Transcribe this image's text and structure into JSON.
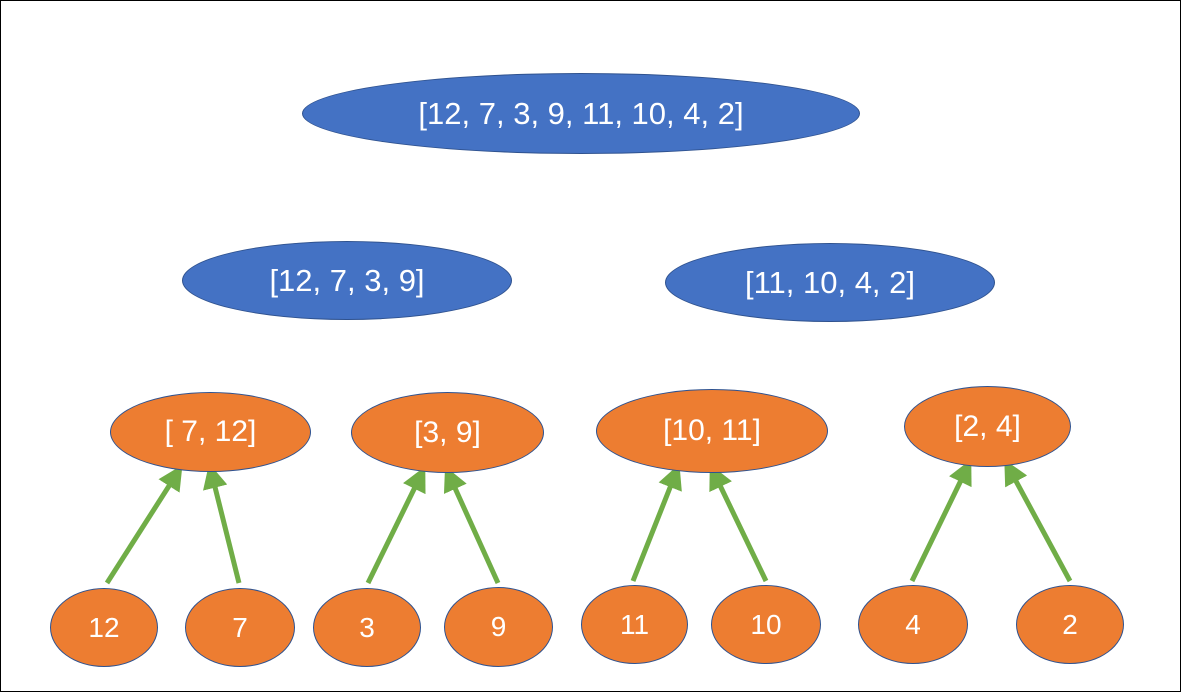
{
  "colors": {
    "split_fill": "#4472c4",
    "merge_fill": "#ed7d31",
    "outline": "#2f528f",
    "arrow": "#70ad47",
    "text": "#ffffff"
  },
  "root": {
    "label": "[12, 7, 3, 9, 11, 10, 4, 2]"
  },
  "halves": [
    {
      "label": "[12, 7, 3, 9]"
    },
    {
      "label": "[11, 10, 4, 2]"
    }
  ],
  "pairs": [
    {
      "label": "[ 7, 12]"
    },
    {
      "label": "[3, 9]"
    },
    {
      "label": "[10, 11]"
    },
    {
      "label": "[2, 4]"
    }
  ],
  "leaves": [
    {
      "label": "12"
    },
    {
      "label": "7"
    },
    {
      "label": "3"
    },
    {
      "label": "9"
    },
    {
      "label": "11"
    },
    {
      "label": "10"
    },
    {
      "label": "4"
    },
    {
      "label": "2"
    }
  ]
}
